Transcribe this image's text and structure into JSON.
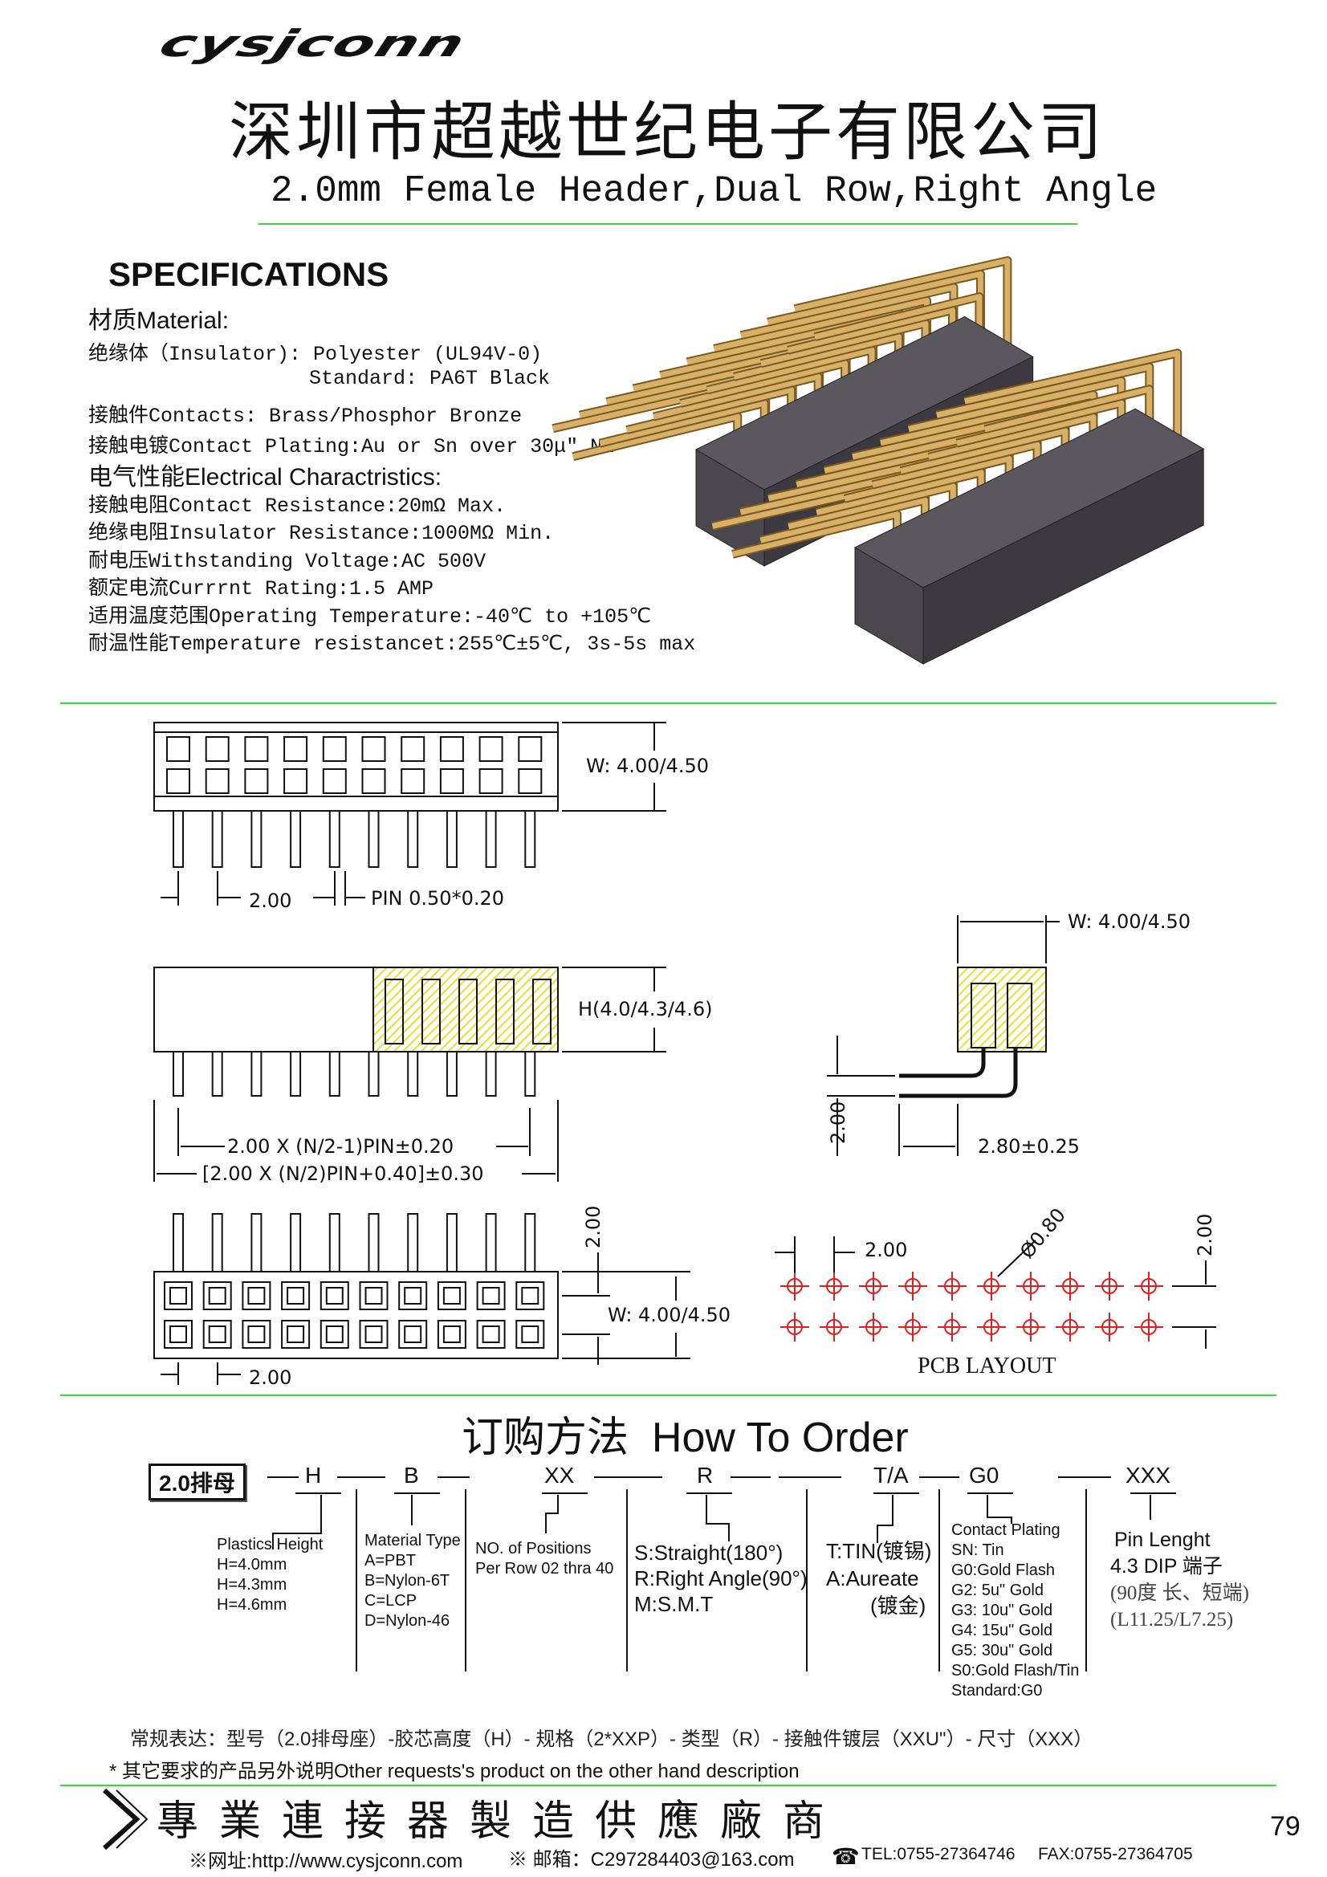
{
  "header": {
    "logo": "cysjconn",
    "company_cn": "深圳市超越世纪电子有限公司",
    "product_title": "2.0mm Female Header,Dual Row,Right Angle"
  },
  "specs": {
    "heading": "SPECIFICATIONS",
    "material_heading": "材质Material:",
    "lines_material": [
      "绝缘体（Insulator): Polyester (UL94V-0)",
      "Standard: PA6T Black",
      "接触件Contacts: Brass/Phosphor Bronze",
      "接触电镀Contact Plating:Au or Sn over 30μ″ Ni"
    ],
    "electrical_heading": "电气性能Electrical Charactristics:",
    "lines_electrical": [
      "接触电阻Contact Resistance:20mΩ Max.",
      "绝缘电阻Insulator Resistance:1000MΩ Min.",
      "耐电压Withstanding Voltage:AC 500V",
      "额定电流Currrnt Rating:1.5 AMP",
      "适用温度范围Operating Temperature:-40℃ to +105℃",
      "耐温性能Temperature resistancet:255℃±5℃, 3s-5s max"
    ]
  },
  "drawing": {
    "top_w": "W: 4.00/4.50",
    "top_pitch": "2.00",
    "top_pin": "PIN 0.50*0.20",
    "side_h": "H(4.0/4.3/4.6)",
    "side_dim1": "2.00 X (N/2-1)PIN±0.20",
    "side_dim2": "[2.00 X (N/2)PIN+0.40]±0.30",
    "end_w": "W: 4.00/4.50",
    "end_pitch": "2.00",
    "end_len": "2.80±0.25",
    "bottom_row_pitch": "2.00",
    "bottom_w": "W: 4.00/4.50",
    "bottom_pitch": "2.00",
    "pcb_pitch": "2.00",
    "pcb_hole": "Ø0.80",
    "pcb_row_pitch": "2.00",
    "pcb_label": "PCB LAYOUT"
  },
  "order": {
    "title_cn": "订购方法",
    "title_en": "How To Order",
    "prefix": "2.0排母",
    "codes": [
      "H",
      "B",
      "XX",
      "R",
      "T/A",
      "G0",
      "XXX"
    ],
    "plastics_height": [
      "Plastics Height",
      "H=4.0mm",
      "H=4.3mm",
      "H=4.6mm"
    ],
    "material_type": [
      "Material Type",
      "A=PBT",
      "B=Nylon-6T",
      "C=LCP",
      "D=Nylon-46"
    ],
    "positions": [
      "NO. of Positions",
      "Per Row 02 thra 40"
    ],
    "type": [
      "S:Straight(180°)",
      "R:Right Angle(90°)",
      "M:S.M.T"
    ],
    "finish": [
      "T:TIN(镀锡)",
      "A:Aureate",
      "(镀金)"
    ],
    "plating": [
      "Contact Plating",
      "SN: Tin",
      "G0:Gold Flash",
      "G2:  5u\" Gold",
      "G3: 10u\" Gold",
      "G4: 15u\" Gold",
      "G5: 30u\" Gold",
      "S0:Gold Flash/Tin",
      "Standard:G0"
    ],
    "pin_length": [
      "Pin Lenght",
      "4.3 DIP 端子",
      "(90度 长、短端)",
      "(L11.25/L7.25)"
    ]
  },
  "notes": {
    "expression": "常规表达：型号（2.0排母座）-胶芯高度（H）- 规格（2*XXP）- 类型（R）- 接触件镀层（XXU\"）- 尺寸（XXX）",
    "other": "* 其它要求的产品另外说明Other requests's product on the other hand description"
  },
  "footer": {
    "slogan": "專業連接器製造供應廠商",
    "page_number": "79",
    "website": "※网址:http://www.cysjconn.com",
    "email": "※ 邮箱：C297284403@163.com",
    "tel": "TEL:0755-27364746",
    "fax": "FAX:0755-27364705"
  },
  "colors": {
    "divider": "#33dd33",
    "pin_gold": "#d8b068",
    "body_dark": "#3c3a40",
    "pcb_red": "#e02020",
    "hatch": "#e8e030"
  }
}
